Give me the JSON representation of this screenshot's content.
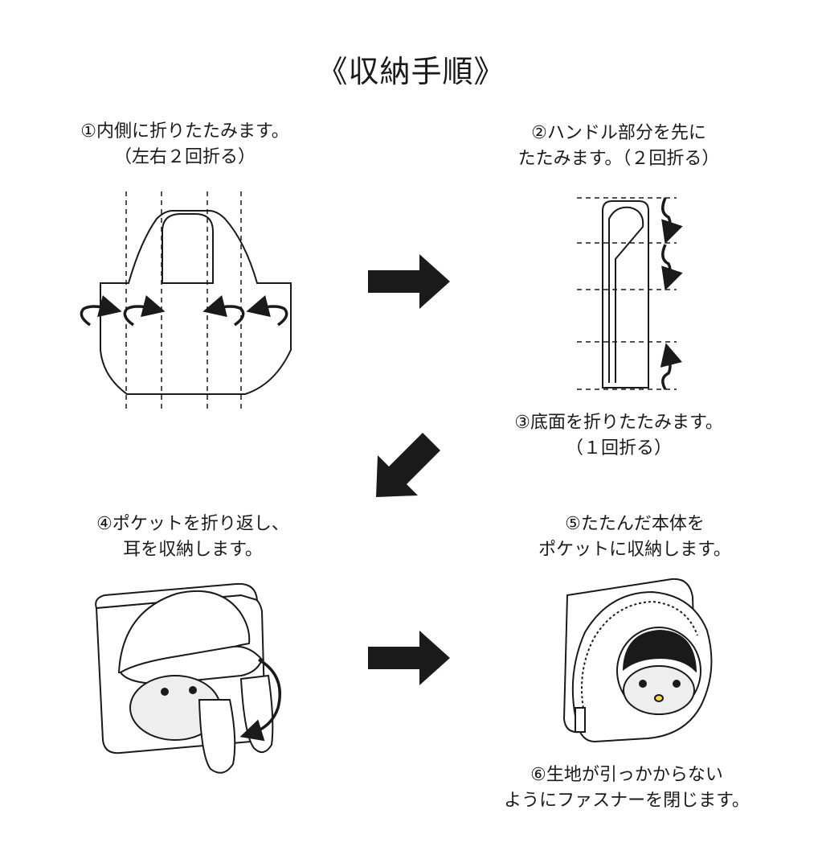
{
  "title": "《収納手順》",
  "steps": {
    "step1": {
      "line1": "①内側に折りたたみます。",
      "line2": "（左右２回折る）"
    },
    "step2": {
      "line1": "②ハンドル部分を先に",
      "line2": "たたみます。（２回折る）"
    },
    "step3": {
      "line1": "③底面を折りたたみます。",
      "line2": "（１回折る）"
    },
    "step4": {
      "line1": "④ポケットを折り返し、",
      "line2": "耳を収納します。"
    },
    "step5": {
      "line1": "⑤たたんだ本体を",
      "line2": "ポケットに収納します。"
    },
    "step6": {
      "line1": "⑥生地が引っかからない",
      "line2": "ようにファスナーを閉じます。"
    }
  },
  "colors": {
    "ink": "#1a1a1a",
    "face": "#eeeeee"
  }
}
